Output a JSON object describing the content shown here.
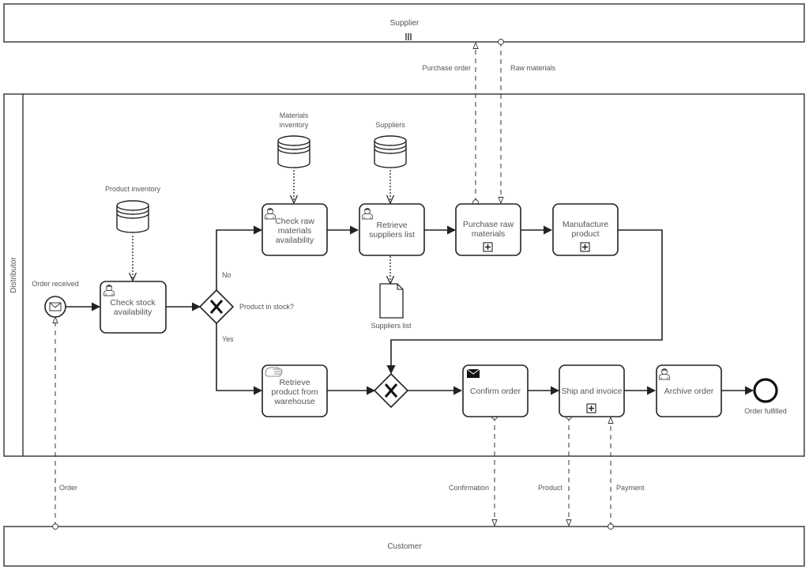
{
  "pools": {
    "supplier": "Supplier",
    "distributor": "Distributor",
    "customer": "Customer"
  },
  "events": {
    "start": "Order received",
    "end": "Order fulfilled"
  },
  "gateway": {
    "label": "Product in stock?",
    "no": "No",
    "yes": "Yes"
  },
  "data_stores": {
    "product_inventory": "Product inventory",
    "materials_inventory_1": "Materials",
    "materials_inventory_2": "inventory",
    "suppliers": "Suppliers"
  },
  "data_objects": {
    "suppliers_list": "Suppliers list"
  },
  "tasks": {
    "check_stock": [
      "Check stock",
      "availability"
    ],
    "check_raw": [
      "Check raw",
      "materials",
      "availability"
    ],
    "retrieve_suppliers": [
      "Retrieve",
      "suppliers list"
    ],
    "purchase_raw": [
      "Purchase raw",
      "materials"
    ],
    "manufacture": [
      "Manufacture",
      "product"
    ],
    "retrieve_product": [
      "Retrieve",
      "product from",
      "warehouse"
    ],
    "confirm_order": [
      "Confirm order"
    ],
    "ship_invoice": [
      "Ship and invoice"
    ],
    "archive_order": [
      "Archive order"
    ]
  },
  "messages": {
    "purchase_order": "Purchase order",
    "raw_materials": "Raw materials",
    "order": "Order",
    "confirmation": "Confirmation",
    "product": "Product",
    "payment": "Payment"
  }
}
